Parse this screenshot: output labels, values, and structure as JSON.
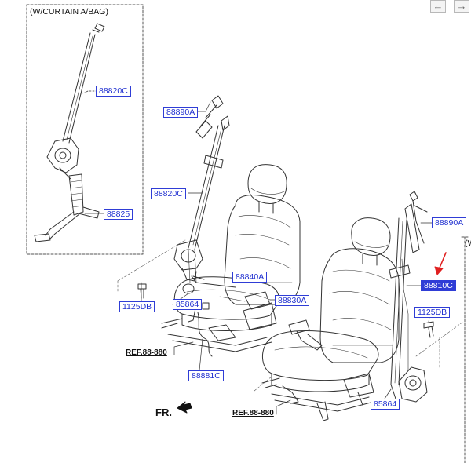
{
  "nav": {
    "back": "←",
    "forward": "→"
  },
  "inset": {
    "title": "(W/CURTAIN A/BAG)",
    "right_title": "(W"
  },
  "labels": {
    "inset_belt": "88820C",
    "inset_anchor": "88825",
    "left_height_adj": "88890A",
    "left_belt": "88820C",
    "left_buckle": "88840A",
    "left_bolt": "1125DB",
    "left_clip": "85864",
    "left_sensor": "88881C",
    "right_height_adj": "88890A",
    "right_belt": "88810C",
    "right_bolt": "1125DB",
    "right_buckle": "88830A",
    "right_clip": "85864"
  },
  "refs": {
    "left": "REF.88-880",
    "right": "REF.88-880"
  },
  "front": "FR.",
  "colors": {
    "label": "#2f3dd6",
    "highlight": "#2f3dd6",
    "arrow": "#e02020",
    "line": "#333333"
  }
}
